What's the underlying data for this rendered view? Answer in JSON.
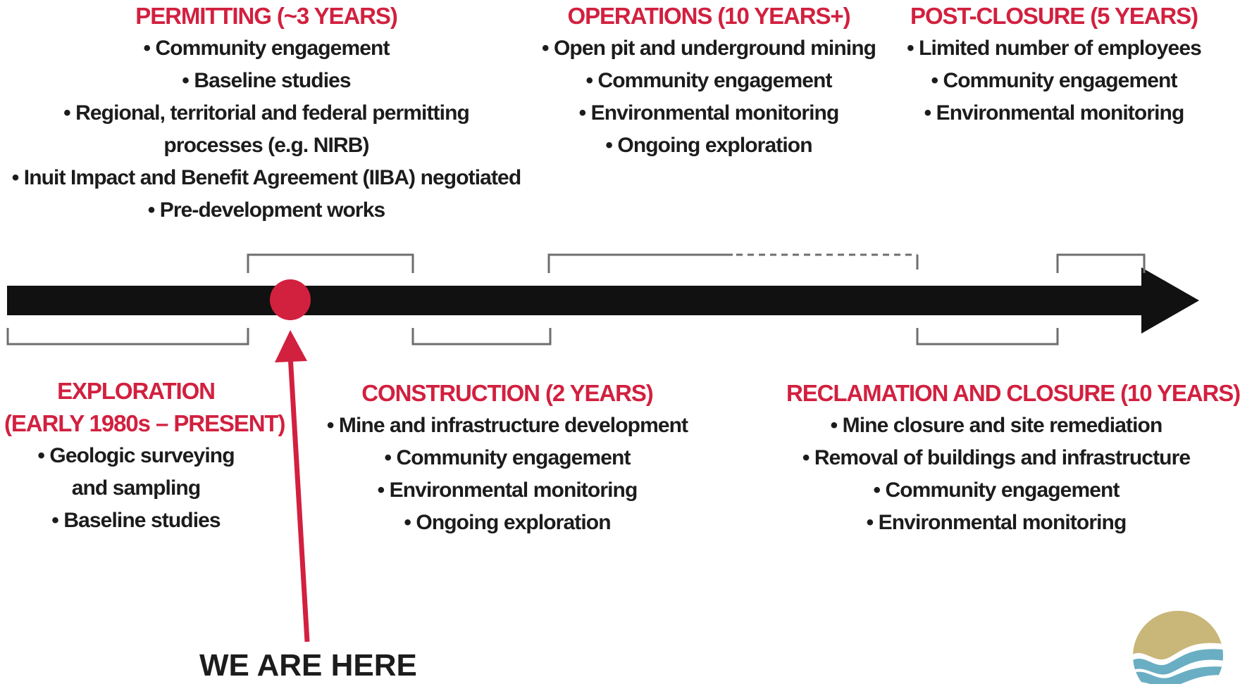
{
  "phases": {
    "permitting": {
      "title": "PERMITTING (~3 YEARS)",
      "items": [
        "• Community engagement",
        "• Baseline studies",
        "• Regional, territorial and federal permitting",
        "processes (e.g. NIRB)",
        "• Inuit Impact and Benefit Agreement (IIBA) negotiated",
        "• Pre-development works"
      ]
    },
    "operations": {
      "title": "OPERATIONS (10 YEARS+)",
      "items": [
        "• Open pit and underground mining",
        "• Community engagement",
        "• Environmental monitoring",
        "• Ongoing exploration"
      ]
    },
    "post_closure": {
      "title": "POST-CLOSURE (5 YEARS)",
      "items": [
        "• Limited number of employees",
        "• Community engagement",
        "• Environmental monitoring"
      ]
    },
    "exploration": {
      "title_line1": "EXPLORATION",
      "title_line2": "(EARLY 1980s – PRESENT)",
      "items": [
        "• Geologic surveying",
        "and sampling",
        "• Baseline studies"
      ]
    },
    "construction": {
      "title": "CONSTRUCTION (2 YEARS)",
      "items": [
        "• Mine and infrastructure development",
        "• Community engagement",
        "• Environmental monitoring",
        "• Ongoing exploration"
      ]
    },
    "reclamation": {
      "title": "RECLAMATION AND CLOSURE (10 YEARS)",
      "items": [
        "• Mine closure and site remediation",
        "• Removal of buildings and infrastructure",
        "• Community engagement",
        "• Environmental monitoring"
      ]
    }
  },
  "marker": {
    "label": "WE ARE HERE"
  },
  "colors": {
    "accent": "#d2203f",
    "timeline": "#111111",
    "bracket": "#6e6e6e",
    "text": "#1c1c1c",
    "logo_gold": "#c9b679",
    "logo_teal": "#6aaec3"
  }
}
